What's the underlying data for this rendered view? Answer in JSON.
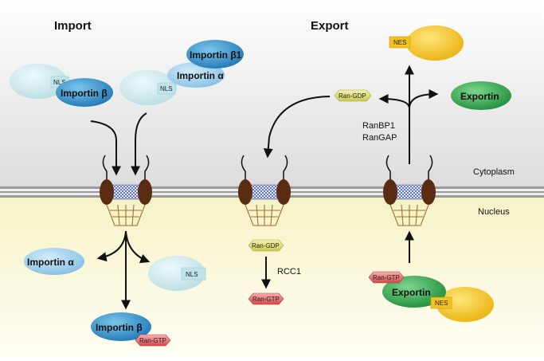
{
  "headings": {
    "import": "Import",
    "export": "Export"
  },
  "compartments": {
    "cytoplasm": "Cytoplasm",
    "nucleus": "Nucleus"
  },
  "import": {
    "top_left": {
      "nls": "NLS",
      "importin": "Importin β"
    },
    "top_right": {
      "beta1": "Importin β1",
      "alpha": "Importin α",
      "nls": "NLS"
    },
    "bottom": {
      "alpha": "Importin α",
      "nls": "NLS",
      "beta": "Importin β",
      "ran_gtp": "Ran-GTP"
    }
  },
  "recycling": {
    "ran_gdp_top": "Ran-GDP",
    "ran_gdp_bottom": "Ran-GDP",
    "rcc1": "RCC1",
    "ran_gtp": "Ran-GTP"
  },
  "export": {
    "nes_top": "NES",
    "exportin_top": "Exportin",
    "ranbp1": "RanBP1",
    "rangap": "RanGAP",
    "ran_gtp": "Ran-GTP",
    "exportin_bottom": "Exportin",
    "nes_bottom": "NES"
  },
  "colors": {
    "importin_blue": "#2f8fc6",
    "light_teal": "#cfe9ec",
    "alpha_blue": "#8fc5e6",
    "exportin_green": "#2fa84a",
    "nes_yellow": "#f2c320",
    "ran_gdp_yellow": "#dede72",
    "ran_gtp_red": "#e56a6a",
    "pore_brown": "#5a2d12"
  }
}
